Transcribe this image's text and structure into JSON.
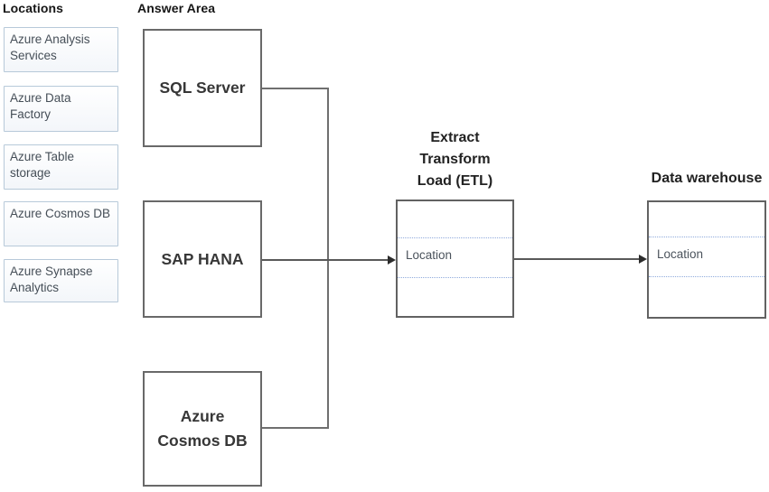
{
  "locations_panel": {
    "title": "Locations",
    "items": [
      {
        "label": "Azure Analysis Services"
      },
      {
        "label": "Azure Data Factory"
      },
      {
        "label": "Azure Table storage"
      },
      {
        "label": "Azure Cosmos DB"
      },
      {
        "label": "Azure Synapse Analytics"
      }
    ]
  },
  "answer_area": {
    "title": "Answer Area",
    "sources": [
      {
        "label": "SQL Server"
      },
      {
        "label": "SAP HANA"
      },
      {
        "label": "Azure Cosmos DB"
      }
    ],
    "etl": {
      "label_lines": [
        "Extract",
        "Transform",
        "Load (ETL)"
      ],
      "slot_label": "Location"
    },
    "data_warehouse": {
      "label": "Data warehouse",
      "slot_label": "Location"
    }
  },
  "colors": {
    "slot_dotted_line": "#8faadc",
    "target_box_border": "#626262",
    "source_box_border": "#696969",
    "chip_border": "#b7c9d9",
    "connector_line": "#6f6f6f",
    "arrowhead": "#2c2c2c",
    "heading_text": "#161616",
    "chip_text": "#454e57",
    "slot_text": "#4b535c"
  }
}
